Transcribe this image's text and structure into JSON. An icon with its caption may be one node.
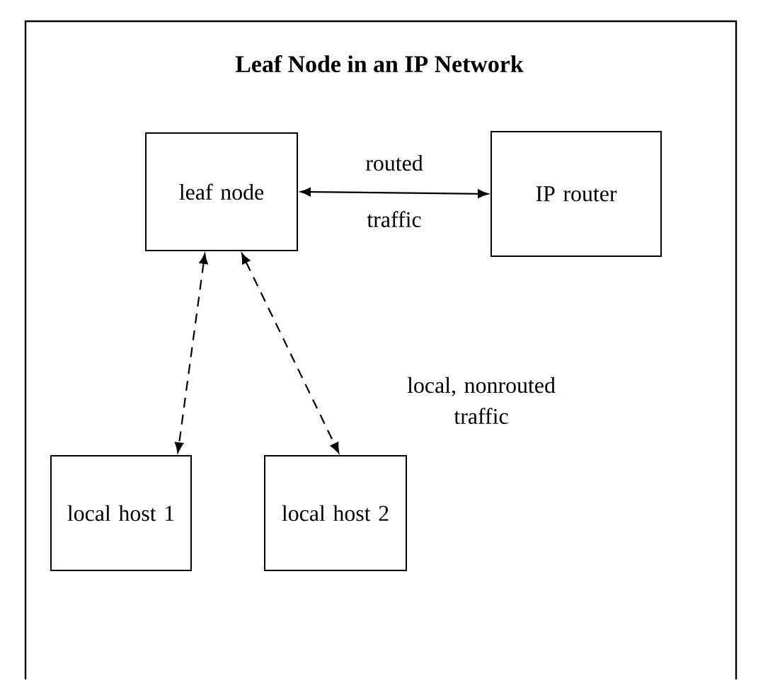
{
  "diagram": {
    "title": "Leaf Node in an IP Network",
    "nodes": [
      {
        "text": [
          "leaf node"
        ]
      },
      {
        "text": [
          "IP router"
        ]
      },
      {
        "text": [
          "local host 1"
        ]
      },
      {
        "text": [
          "local host 2"
        ]
      }
    ],
    "edges": [
      {
        "from": 0,
        "to": 1,
        "arrow": "both",
        "label": "routed traffic"
      },
      {
        "from": 0,
        "to": 2,
        "arrow": "both",
        "style": "dashed"
      },
      {
        "from": 0,
        "to": 3,
        "arrow": "both",
        "style": "dashed"
      }
    ],
    "labels": [
      "local, nonrouted traffic"
    ]
  }
}
